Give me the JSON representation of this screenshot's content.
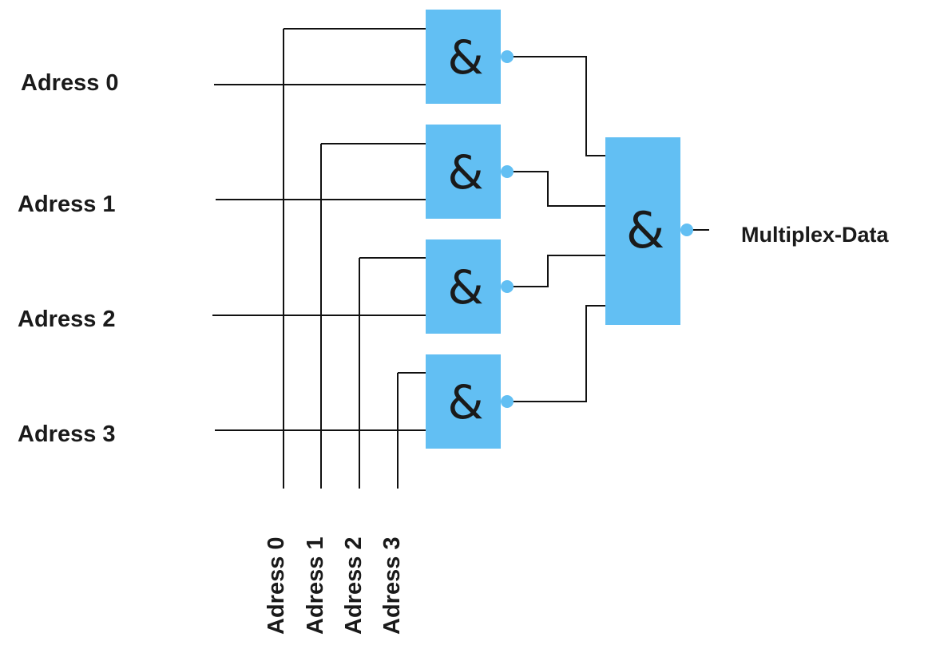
{
  "colors": {
    "gate_fill": "#62bff3",
    "bubble_fill": "#62bff3",
    "wire": "#111111",
    "text": "#1a1a1a"
  },
  "gate_symbol": "&",
  "row_labels": [
    "Adress 0",
    "Adress 1",
    "Adress 2",
    "Adress 3"
  ],
  "column_labels": [
    "Adress 0",
    "Adress 1",
    "Adress 2",
    "Adress 3"
  ],
  "output_label": "Multiplex-Data"
}
